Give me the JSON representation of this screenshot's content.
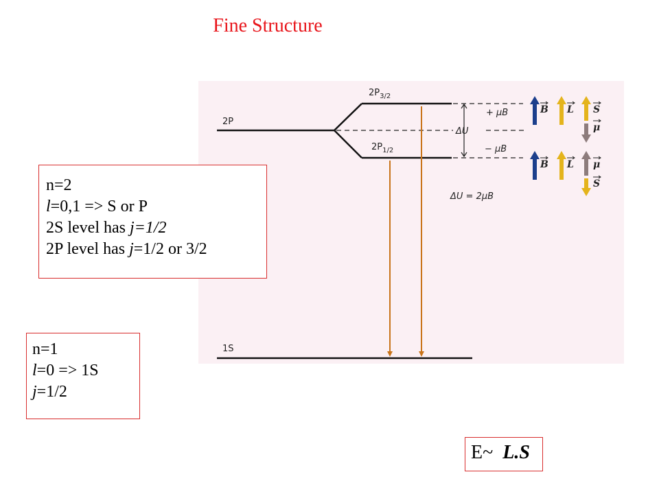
{
  "title": "Fine Structure",
  "diagram": {
    "level_2p": "2P",
    "level_1s": "1S",
    "sub_upper_base": "2P",
    "sub_upper_sub": "3/2",
    "sub_lower_base": "2P",
    "sub_lower_sub": "1/2",
    "plus_mub": "+ μB",
    "minus_mub": "− μB",
    "delta_u": "ΔU",
    "delta_u_eq": "ΔU = 2μB",
    "vec_b": "B",
    "vec_l": "L",
    "vec_s": "S",
    "vec_mu": "μ",
    "colors": {
      "B": "#1c3f8c",
      "L": "#e4b41c",
      "S": "#e4b41c",
      "mu": "#8d7c7c",
      "transition": "#c9741a",
      "box_border": "#d82c2c",
      "title": "#e8141a"
    }
  },
  "box_n2": {
    "l1": "n=2",
    "l2_a": "l",
    "l2_b": "=0,1 => S or P",
    "l3_a": "2S level has ",
    "l3_b": "j=1/2",
    "l4_a": "2P level has ",
    "l4_b": "j",
    "l4_c": "=1/2 or 3/2"
  },
  "box_n1": {
    "l1": "n=1",
    "l2_a": "l",
    "l2_b": "=0  =>  1S",
    "l3_a": "j",
    "l3_b": "=1/2"
  },
  "box_e": {
    "prefix": "E~  ",
    "formula": "L.S"
  }
}
